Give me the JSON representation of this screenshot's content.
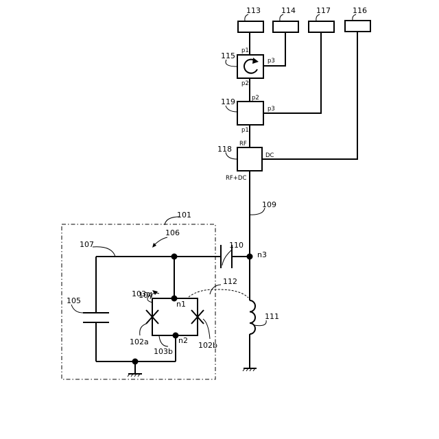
{
  "labels": {
    "r113": "113",
    "r114": "114",
    "r117": "117",
    "r116": "116",
    "r115": "115",
    "r119": "119",
    "r118": "118",
    "r109": "109",
    "r101": "101",
    "r106": "106",
    "r107": "107",
    "r110": "110",
    "r104": "104",
    "r103a": "103a",
    "r112": "112",
    "r105": "105",
    "r111": "111",
    "r102a": "102a",
    "r103b": "103b",
    "r102b": "102b"
  },
  "ports": {
    "c_p1": "p1",
    "c_p3": "p3",
    "c_p2": "p2",
    "m_p2": "p2",
    "m_p3": "p3",
    "m_p1": "p1",
    "b_rf": "RF",
    "b_dc": "DC",
    "b_rfdc": "RF+DC"
  },
  "nodes": {
    "n1": "n1",
    "n2": "n2",
    "n3": "n3"
  }
}
